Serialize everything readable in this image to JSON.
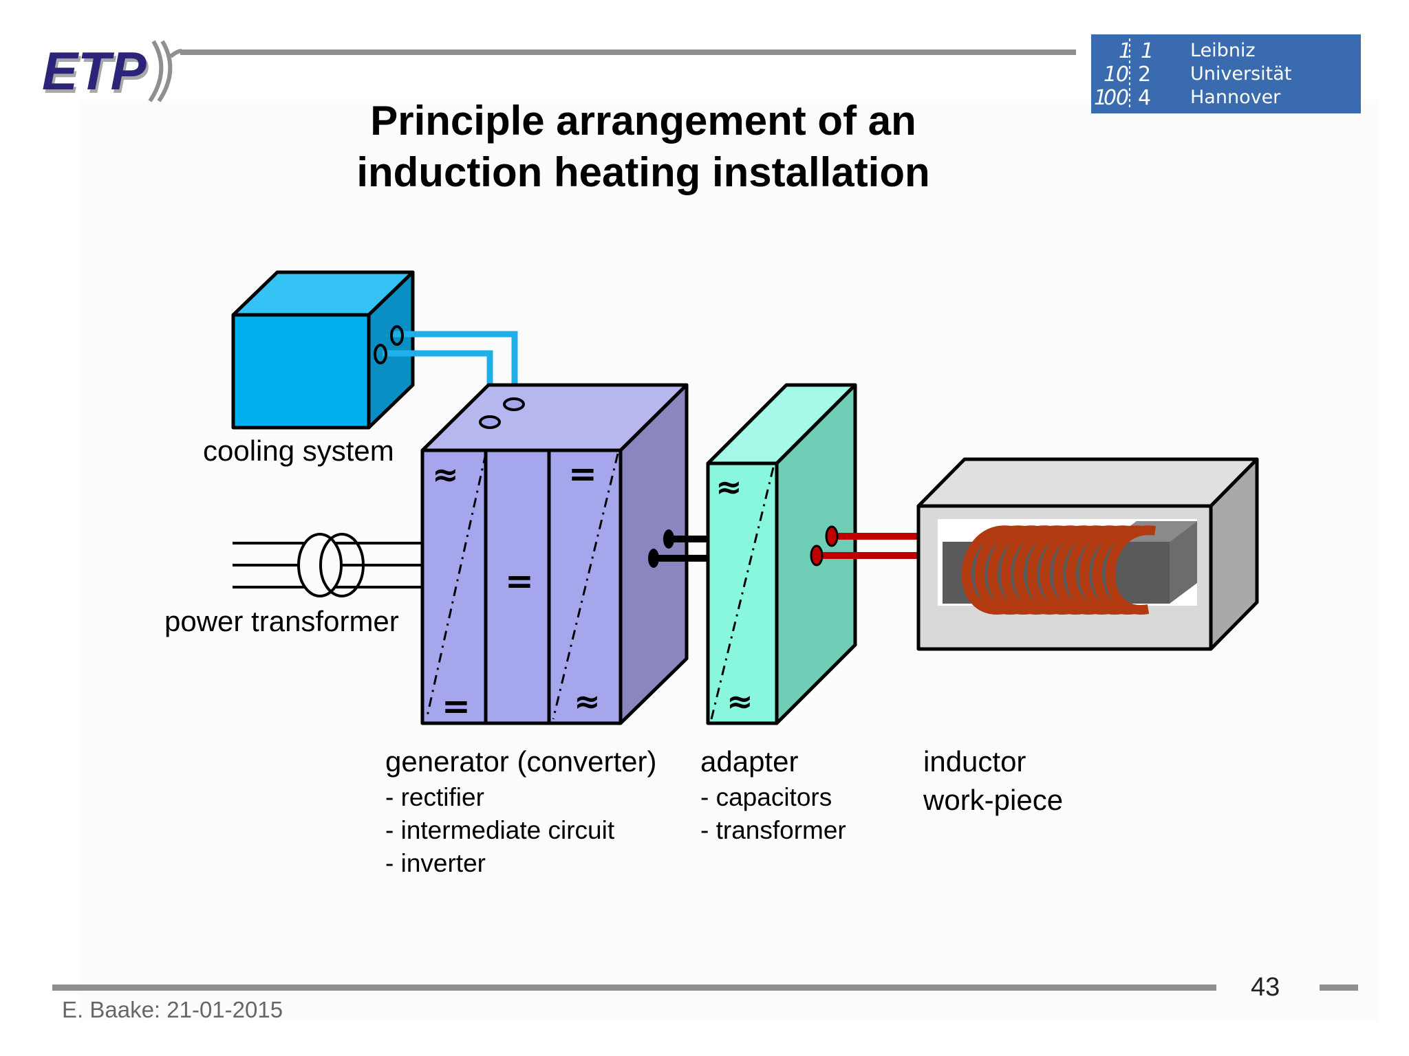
{
  "slide": {
    "title_line1": "Principle arrangement of an",
    "title_line2": "induction heating installation",
    "page_number": "43",
    "footer": "E. Baake: 21-01-2015"
  },
  "logos": {
    "etp": "ETP",
    "university": [
      "Leibniz",
      "Universität",
      "Hannover"
    ],
    "university_mark": [
      "1",
      "1",
      "1",
      "0",
      "2",
      "1",
      "0",
      "0",
      "4"
    ],
    "university_color": "#3a6bae"
  },
  "components": {
    "cooling": {
      "label": "cooling system",
      "color": "#00b0ef"
    },
    "transformer": {
      "label": "power transformer"
    },
    "generator": {
      "label": "generator (converter)",
      "parts": [
        "- rectifier",
        "- intermediate circuit",
        "- inverter"
      ],
      "color": "#a6a6ec",
      "symbols": {
        "ac": "≈",
        "dc": "="
      }
    },
    "adapter": {
      "label": "adapter",
      "parts": [
        "- capacitors",
        "- transformer"
      ],
      "color": "#88f7dd"
    },
    "inductor": {
      "label": "inductor",
      "label2": "work-piece",
      "coil_color": "#b13a10"
    }
  }
}
